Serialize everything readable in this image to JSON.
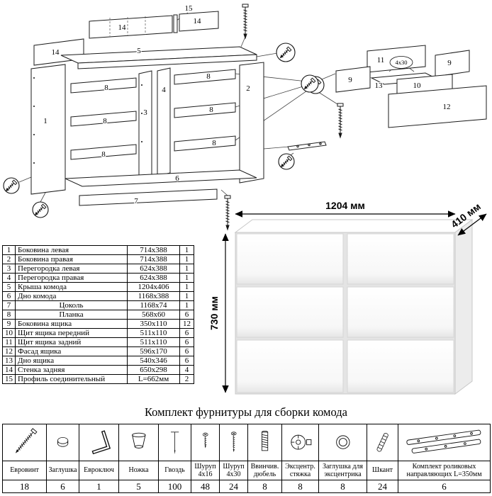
{
  "title": "Комплект фурнитуры для сборки комода",
  "diagram": {
    "labels": {
      "n1": "1",
      "n2": "2",
      "n3": "3",
      "n4": "4",
      "n5": "5",
      "n6": "6",
      "n7": "7",
      "n8a": "8",
      "n8b": "8",
      "n8c": "8",
      "n8d": "8",
      "n8e": "8",
      "n8f": "8",
      "n9a": "9",
      "n9b": "9",
      "n10": "10",
      "n11": "11",
      "n12": "12",
      "n13": "13",
      "n14a": "14",
      "n14b": "14",
      "n14c": "14",
      "n15": "15",
      "screw_note": "4x30"
    }
  },
  "render": {
    "width_label": "1204 мм",
    "depth_label": "410 мм",
    "height_label": "730 мм"
  },
  "parts_table": {
    "rows": [
      {
        "num": "1",
        "name": "Боковина левая",
        "size": "714x388",
        "qty": "1"
      },
      {
        "num": "2",
        "name": "Боковина правая",
        "size": "714x388",
        "qty": "1"
      },
      {
        "num": "3",
        "name": "Перегородка левая",
        "size": "624x388",
        "qty": "1"
      },
      {
        "num": "4",
        "name": "Перегородка правая",
        "size": "624x388",
        "qty": "1"
      },
      {
        "num": "5",
        "name": "Крыша комода",
        "size": "1204x406",
        "qty": "1"
      },
      {
        "num": "6",
        "name": "Дно комода",
        "size": "1168x388",
        "qty": "1"
      },
      {
        "num": "7",
        "name": "Цоколь",
        "size": "1168x74",
        "qty": "1"
      },
      {
        "num": "8",
        "name": "Планка",
        "size": "568x60",
        "qty": "6"
      },
      {
        "num": "9",
        "name": "Боковина ящика",
        "size": "350x110",
        "qty": "12"
      },
      {
        "num": "10",
        "name": "Щит ящика передний",
        "size": "511x110",
        "qty": "6"
      },
      {
        "num": "11",
        "name": "Щит ящика задний",
        "size": "511x110",
        "qty": "6"
      },
      {
        "num": "12",
        "name": "Фасад ящика",
        "size": "596x170",
        "qty": "6"
      },
      {
        "num": "13",
        "name": "Дно ящика",
        "size": "540x346",
        "qty": "6"
      },
      {
        "num": "14",
        "name": "Стенка задняя",
        "size": "650x298",
        "qty": "4"
      },
      {
        "num": "15",
        "name": "Профиль соединительный",
        "size": "L=662мм",
        "qty": "2"
      }
    ]
  },
  "hardware_table": {
    "items": [
      {
        "name": "Евровинт",
        "qty": "18",
        "icon": "euro-screw"
      },
      {
        "name": "Заглушка",
        "qty": "6",
        "icon": "cap"
      },
      {
        "name": "Евроключ",
        "qty": "1",
        "icon": "hex-key"
      },
      {
        "name": "Ножка",
        "qty": "5",
        "icon": "leg"
      },
      {
        "name": "Гвоздь",
        "qty": "100",
        "icon": "nail"
      },
      {
        "name": "Шуруп 4x16",
        "qty": "48",
        "icon": "screw-4x16"
      },
      {
        "name": "Шуруп 4x30",
        "qty": "24",
        "icon": "screw-4x30"
      },
      {
        "name": "Ввинчив. дюбель",
        "qty": "8",
        "icon": "screw-in-dowel"
      },
      {
        "name": "Эксцентр. стяжка",
        "qty": "8",
        "icon": "cam-lock"
      },
      {
        "name": "Заглушка для эксцентрика",
        "qty": "8",
        "icon": "cam-cap"
      },
      {
        "name": "Шкант",
        "qty": "24",
        "icon": "wooden-dowel"
      },
      {
        "name": "Комплект роликовых направляющих L=350мм",
        "qty": "6",
        "icon": "drawer-slides"
      }
    ]
  }
}
